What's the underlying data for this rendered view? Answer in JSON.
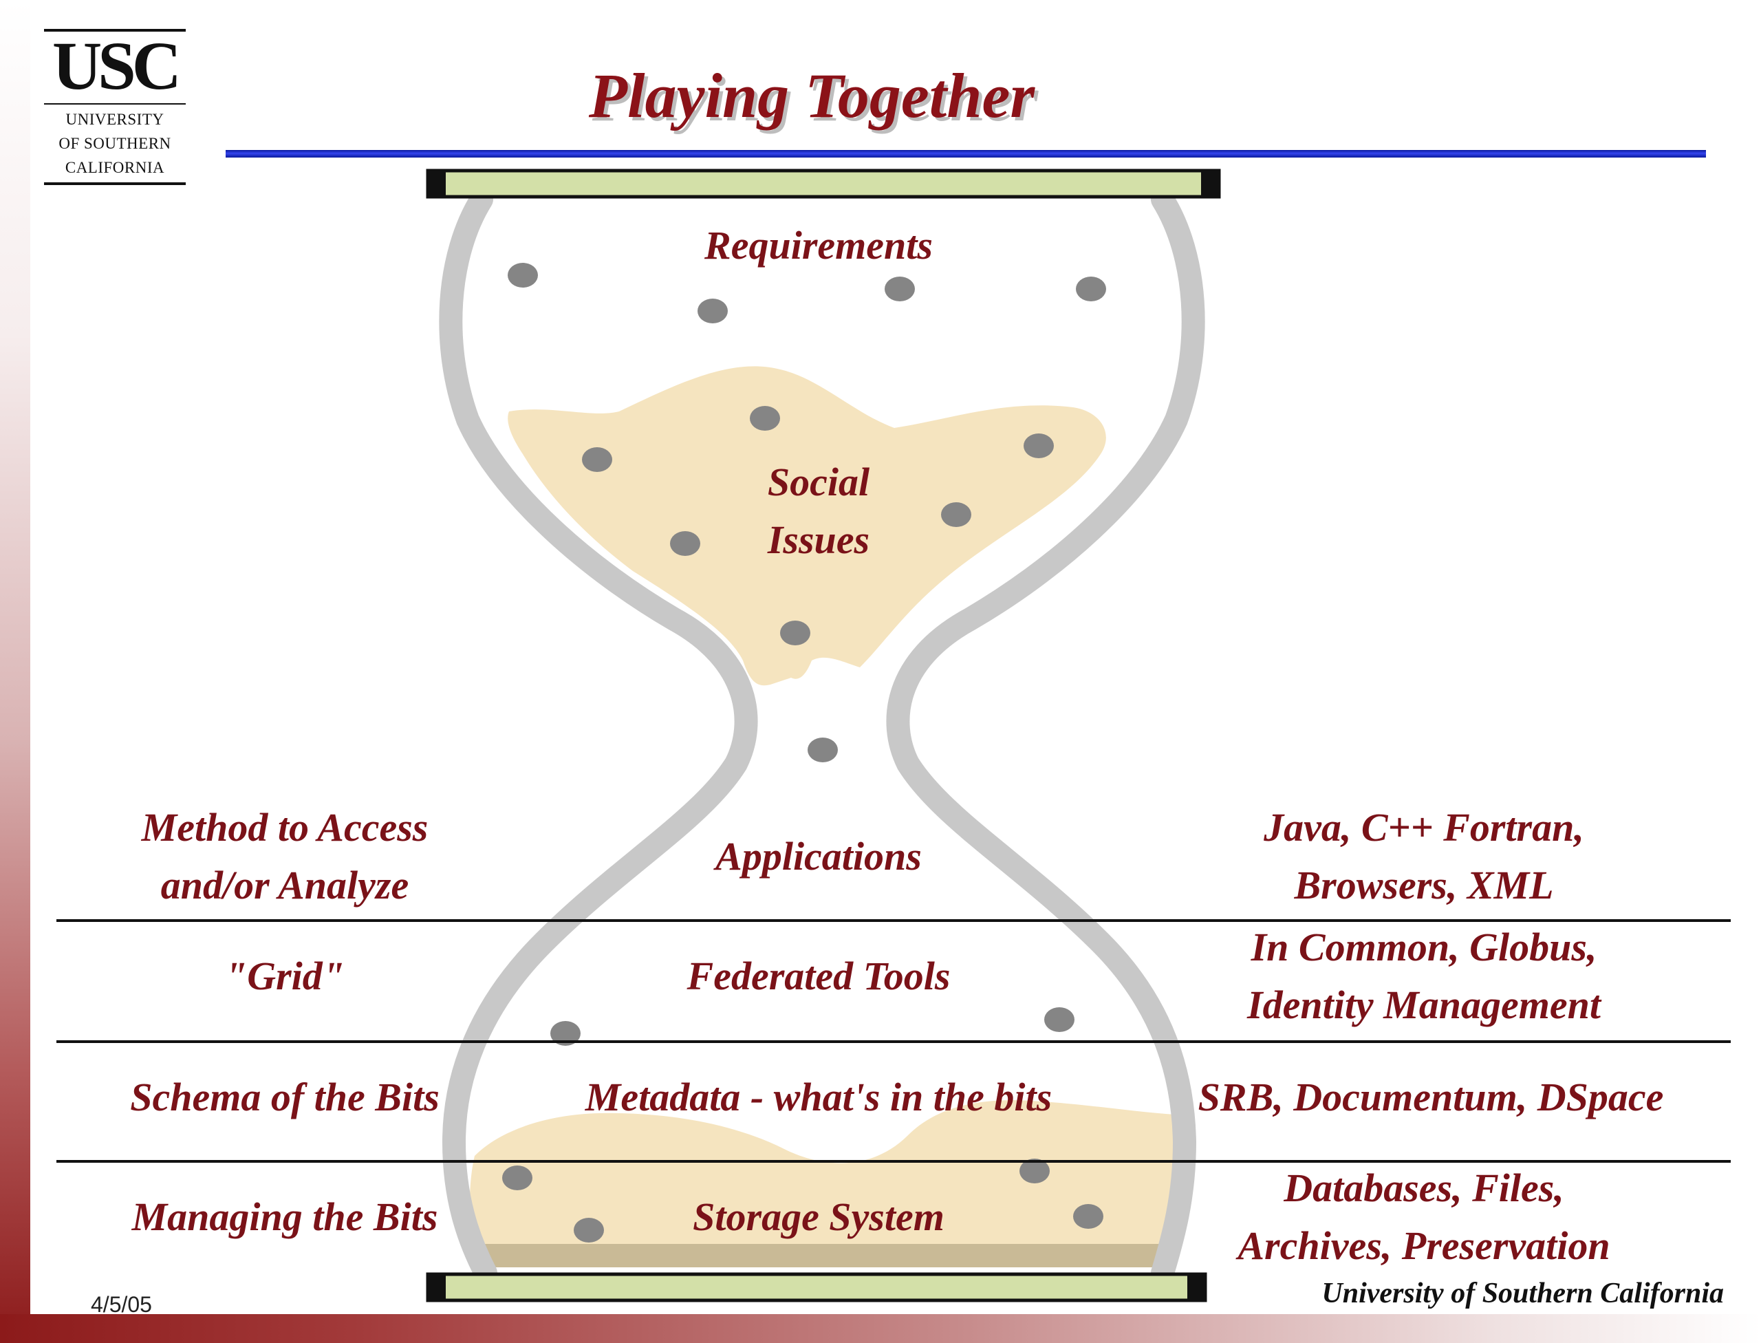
{
  "logo": {
    "name": "USC",
    "line1": "UNIVERSITY",
    "line2": "OF SOUTHERN",
    "line3": "CALIFORNIA"
  },
  "title": "Playing Together",
  "hourglass": {
    "top_label": "Requirements",
    "middle_label_line1": "Social",
    "middle_label_line2": "Issues"
  },
  "rows": [
    {
      "left": [
        "Method to Access",
        "and/or Analyze"
      ],
      "center": "Applications",
      "right": [
        "Java, C++ Fortran,",
        "Browsers, XML"
      ]
    },
    {
      "left": [
        "\"Grid\""
      ],
      "center": "Federated Tools",
      "right": [
        "In Common, Globus,",
        "Identity Management"
      ]
    },
    {
      "left": [
        "Schema of the Bits"
      ],
      "center": "Metadata - what's in the bits",
      "right": [
        "SRB, Documentum, DSpace"
      ]
    },
    {
      "left": [
        "Managing the Bits"
      ],
      "center": "Storage System",
      "right": [
        "Databases, Files,",
        "Archives, Preservation"
      ]
    }
  ],
  "footer": {
    "organization": "University of Southern California",
    "date": "4/5/05"
  },
  "colors": {
    "title": "#8b1218",
    "label": "#7a1218",
    "rule_blue": "#1a2bd6",
    "sand": "#f5e4bf",
    "glass": "#c8c8c8",
    "cap": "#d3e0a8",
    "grain": "#858585"
  }
}
